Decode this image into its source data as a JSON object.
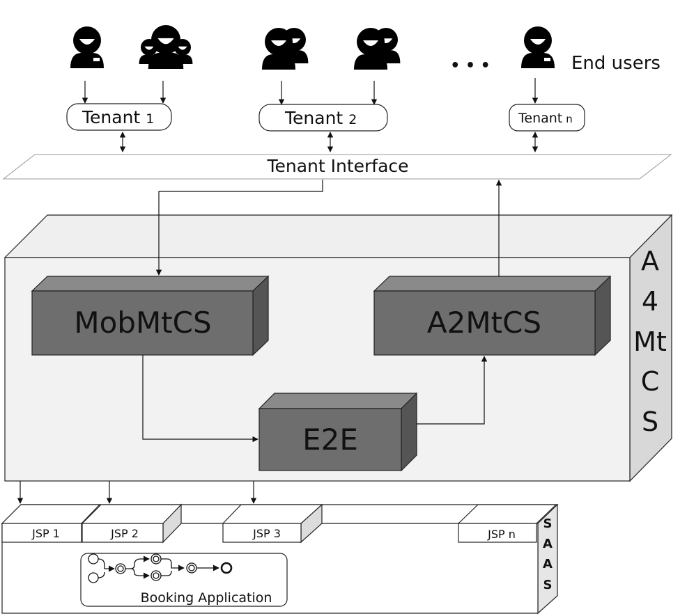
{
  "end_users_label": "End users",
  "ellipsis": "• • •",
  "tenants": [
    {
      "name": "Tenant",
      "sub": "1"
    },
    {
      "name": "Tenant",
      "sub": "2"
    },
    {
      "name": "Tenant",
      "sub": "n"
    }
  ],
  "tenant_interface_label": "Tenant Interface",
  "platform": {
    "side_letters": [
      "A",
      "4",
      "Mt",
      "C",
      "S"
    ],
    "modules": {
      "mob": "MobMtCS",
      "a2": "A2MtCS",
      "e2e": "E2E"
    }
  },
  "saas": {
    "side_letters": [
      "S",
      "A",
      "A",
      "S"
    ],
    "jsps": [
      "JSP 1",
      "JSP 2",
      "JSP 3",
      "JSP n"
    ],
    "app_label": "Booking Application"
  },
  "icons": [
    "single-user-icon",
    "user-group-icon",
    "user-pair-icon",
    "user-pair-icon",
    "single-user-icon"
  ]
}
